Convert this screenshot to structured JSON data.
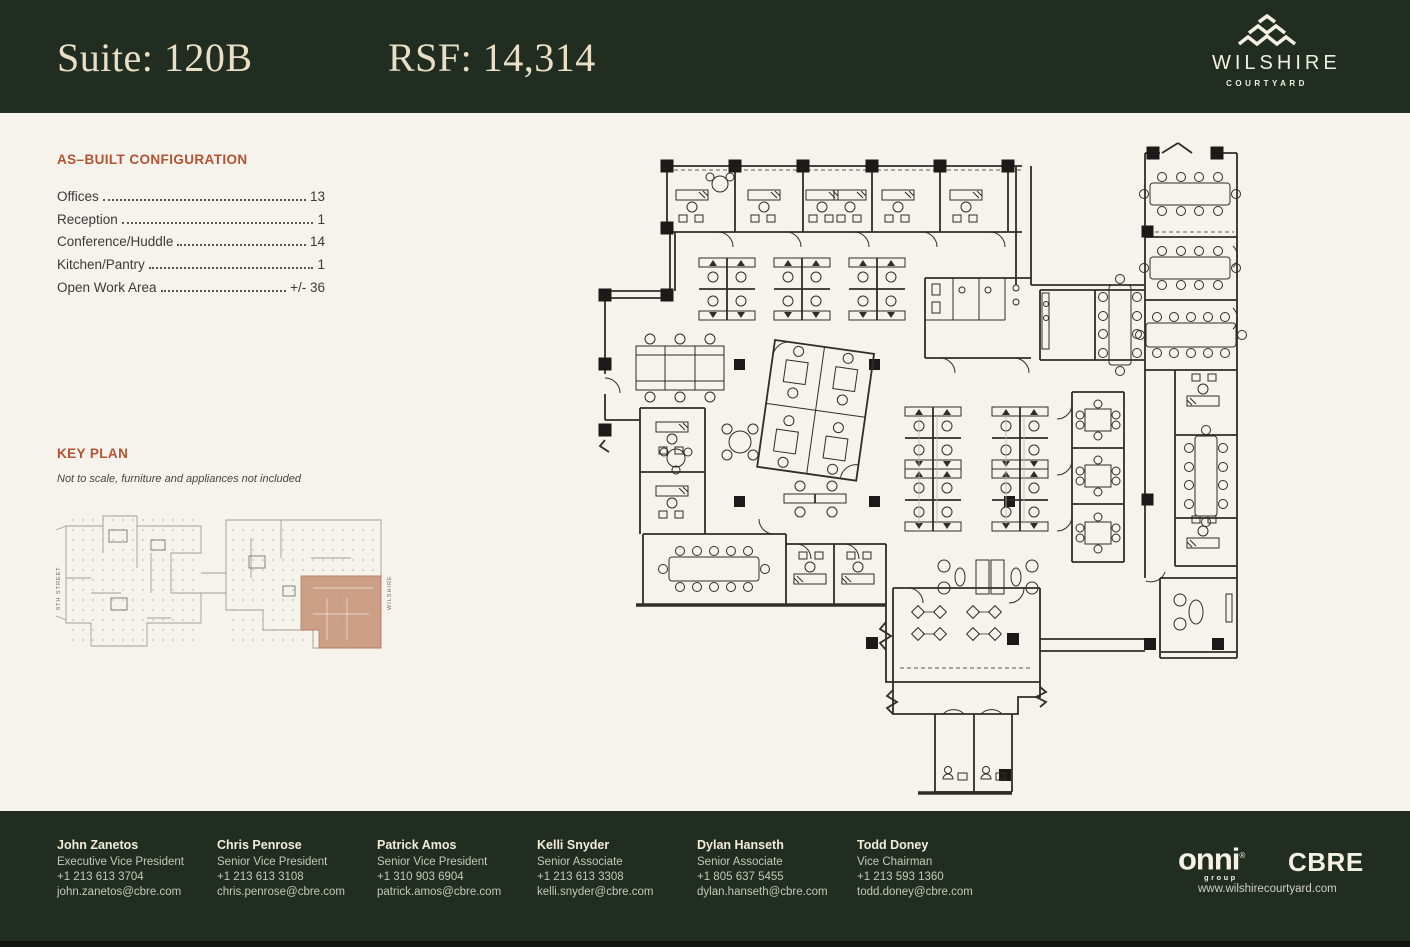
{
  "header": {
    "suite": "Suite: 120B",
    "rsf": "RSF: 14,314",
    "brand_name": "WILSHIRE",
    "brand_sub": "COURTYARD"
  },
  "as_built": {
    "title": "AS–BUILT CONFIGURATION",
    "items": [
      {
        "label": "Offices",
        "value": "13"
      },
      {
        "label": "Reception",
        "value": "1"
      },
      {
        "label": "Conference/Huddle",
        "value": "14"
      },
      {
        "label": "Kitchen/Pantry",
        "value": "1"
      },
      {
        "label": "Open Work Area",
        "value": "+/- 36"
      }
    ]
  },
  "key_plan": {
    "title": "KEY PLAN",
    "note": "Not to scale, furniture and appliances not included",
    "label_left": "8TH STREET",
    "label_right": "WILSHIRE"
  },
  "footer": {
    "contacts": [
      {
        "name": "John Zanetos",
        "title": "Executive Vice President",
        "phone": "+1 213 613 3704",
        "email": "john.zanetos@cbre.com"
      },
      {
        "name": "Chris Penrose",
        "title": "Senior Vice President",
        "phone": "+1 213 613 3108",
        "email": "chris.penrose@cbre.com"
      },
      {
        "name": "Patrick Amos",
        "title": "Senior Vice President",
        "phone": "+1 310 903 6904",
        "email": "patrick.amos@cbre.com"
      },
      {
        "name": "Kelli Snyder",
        "title": "Senior Associate",
        "phone": "+1 213 613 3308",
        "email": "kelli.snyder@cbre.com"
      },
      {
        "name": "Dylan Hanseth",
        "title": "Senior Associate",
        "phone": "+1 805 637 5455",
        "email": "dylan.hanseth@cbre.com"
      },
      {
        "name": "Todd Doney",
        "title": "Vice Chairman",
        "phone": "+1 213 593 1360",
        "email": "todd.doney@cbre.com"
      }
    ],
    "logo_onni": "onni",
    "logo_onni_reg": "®",
    "logo_onni_sub": "group",
    "logo_cbre": "CBRE",
    "website": "www.wilshirecourtyard.com"
  },
  "colors": {
    "header_green": "#212d21",
    "page_cream": "#f6f3ec",
    "accent_rust": "#b25433",
    "keyplan_highlight": "#c9997f"
  }
}
